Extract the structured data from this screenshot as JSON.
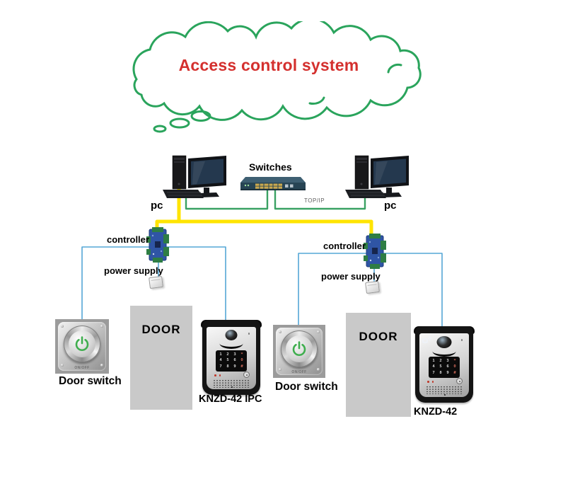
{
  "colors": {
    "cloud_green": "#2aa45c",
    "title_red": "#d4302e",
    "wire_yellow": "#ffe400",
    "wire_green": "#3aa163",
    "wire_blue": "#55a7d6",
    "door_gray": "#c9c9c9"
  },
  "title": "Access control system",
  "network": {
    "switch_label": "Switches",
    "protocol_label": "TOP/IP",
    "pc_left_label": "pc",
    "pc_right_label": "pc"
  },
  "branches": {
    "left": {
      "controller_label": "controller",
      "power_supply_label": "power supply",
      "door_switch_label": "Door switch",
      "door_label": "DOOR",
      "intercom_label": "KNZD-42 IPC"
    },
    "right": {
      "controller_label": "controller",
      "power_supply_label": "power supply",
      "door_switch_label": "Door switch",
      "door_label": "DOOR",
      "intercom_label": "KNZD-42"
    }
  },
  "intercom": {
    "keypad_keys": [
      "1",
      "2",
      "3",
      "*",
      "4",
      "5",
      "6",
      "0",
      "7",
      "8",
      "9",
      "#"
    ]
  },
  "door_switch": {
    "onoff_label": "ON/OFF"
  }
}
